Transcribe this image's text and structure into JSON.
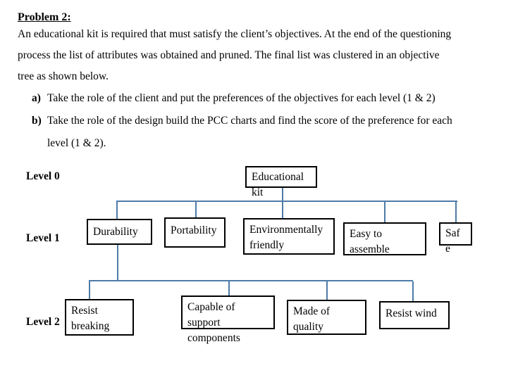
{
  "document": {
    "heading": "Problem 2:",
    "paragraph": {
      "lines": [
        "An educational kit is required that must satisfy the client’s objectives. At the end of the questioning",
        "process the list of attributes was obtained and pruned. The final list was clustered in an objective",
        "tree as shown below."
      ]
    },
    "tasks": [
      {
        "marker": "a)",
        "lines": [
          "Take the role of the client and put the preferences of the objectives for each level (1 & 2)"
        ]
      },
      {
        "marker": "b)",
        "lines": [
          "Take the role of the design build the PCC charts and find the score of the preference for each",
          "level (1 & 2)."
        ]
      }
    ]
  },
  "tree": {
    "level_labels": [
      "Level 0",
      "Level 1",
      "Level 2"
    ],
    "connector_color": "#4f7ba9",
    "box_border_color": "#000000",
    "nodes": {
      "root": {
        "label": "Educational kit",
        "lines": [
          "Educational",
          "kit"
        ]
      },
      "durability": {
        "label": "Durability",
        "lines": [
          "Durability"
        ]
      },
      "portability": {
        "label": "Portability",
        "lines": [
          "Portability"
        ]
      },
      "environmentally_friendly": {
        "label": "Environmentally friendly",
        "lines": [
          "Environmentally",
          "friendly"
        ]
      },
      "easy_to_assemble": {
        "label": "Easy to assemble",
        "lines": [
          "Easy to",
          "assemble"
        ]
      },
      "safe": {
        "label": "Safe",
        "lines": [
          "Saf",
          "e"
        ]
      },
      "resist_breaking": {
        "label": "Resist breaking",
        "lines": [
          "Resist",
          "breaking"
        ]
      },
      "capable_of_support_components": {
        "label": "Capable of support components",
        "lines": [
          "Capable of",
          "support",
          "components"
        ]
      },
      "made_of_quality": {
        "label": "Made of quality",
        "lines": [
          "Made of",
          "quality"
        ]
      },
      "resist_wind": {
        "label": "Resist wind",
        "lines": [
          "Resist wind"
        ]
      }
    }
  }
}
